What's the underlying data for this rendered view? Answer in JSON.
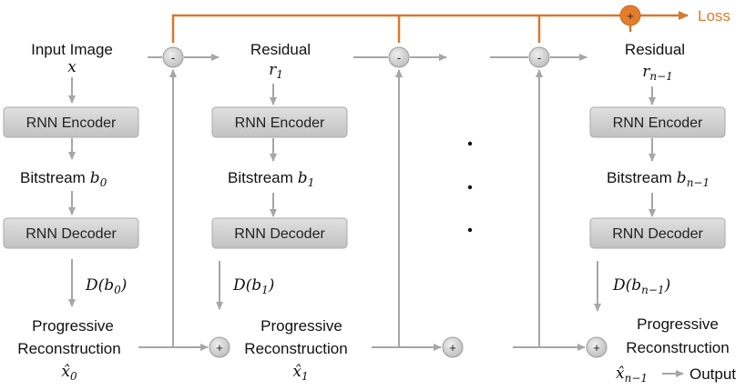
{
  "loss_label": "Loss",
  "colors": {
    "loss_line": "#d9772b",
    "flow_line": "#a6a6a6",
    "box_fill": "#cfcfcf",
    "op_fill": "#d9d9d9"
  },
  "ops": {
    "minus": "-",
    "plus": "+"
  },
  "ellipsis": "·",
  "columns": [
    {
      "input_label": "Input Image",
      "input_symbol": "x",
      "input_symbol_sub": "",
      "encoder_label": "RNN Encoder",
      "bitstream_label": "Bitstream",
      "bitstream_symbol": "b",
      "bitstream_sub": "0",
      "decoder_label": "RNN Decoder",
      "decoded_fn": "D(b",
      "decoded_sub": "0",
      "decoded_close": ")",
      "recon_line1": "Progressive",
      "recon_line2": "Reconstruction",
      "recon_symbol": "x̂",
      "recon_sub": "0"
    },
    {
      "input_label": "Residual",
      "input_symbol": "r",
      "input_symbol_sub": "1",
      "encoder_label": "RNN Encoder",
      "bitstream_label": "Bitstream",
      "bitstream_symbol": "b",
      "bitstream_sub": "1",
      "decoder_label": "RNN Decoder",
      "decoded_fn": "D(b",
      "decoded_sub": "1",
      "decoded_close": ")",
      "recon_line1": "Progressive",
      "recon_line2": "Reconstruction",
      "recon_symbol": "x̂",
      "recon_sub": "1"
    },
    {
      "input_label": "Residual",
      "input_symbol": "r",
      "input_symbol_sub": "n−1",
      "encoder_label": "RNN Encoder",
      "bitstream_label": "Bitstream",
      "bitstream_symbol": "b",
      "bitstream_sub": "n−1",
      "decoder_label": "RNN Decoder",
      "decoded_fn": "D(b",
      "decoded_sub": "n−1",
      "decoded_close": ")",
      "recon_line1": "Progressive",
      "recon_line2": "Reconstruction",
      "recon_symbol": "x̂",
      "recon_sub": "n−1"
    }
  ],
  "output_label": "Output"
}
